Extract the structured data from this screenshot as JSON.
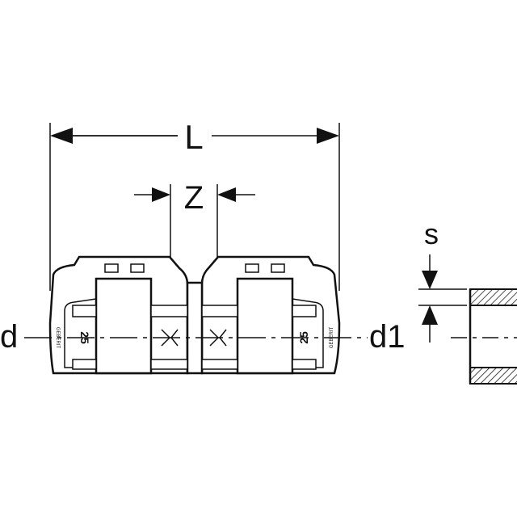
{
  "labels": {
    "length": "L",
    "insertion": "Z",
    "wall": "s",
    "diameter_left": "d",
    "diameter_right": "d1"
  },
  "fitting": {
    "size_left": "25",
    "size_right": "25",
    "brand_mark": "GEBERIT"
  },
  "colors": {
    "line": "#111111",
    "background": "#ffffff"
  }
}
